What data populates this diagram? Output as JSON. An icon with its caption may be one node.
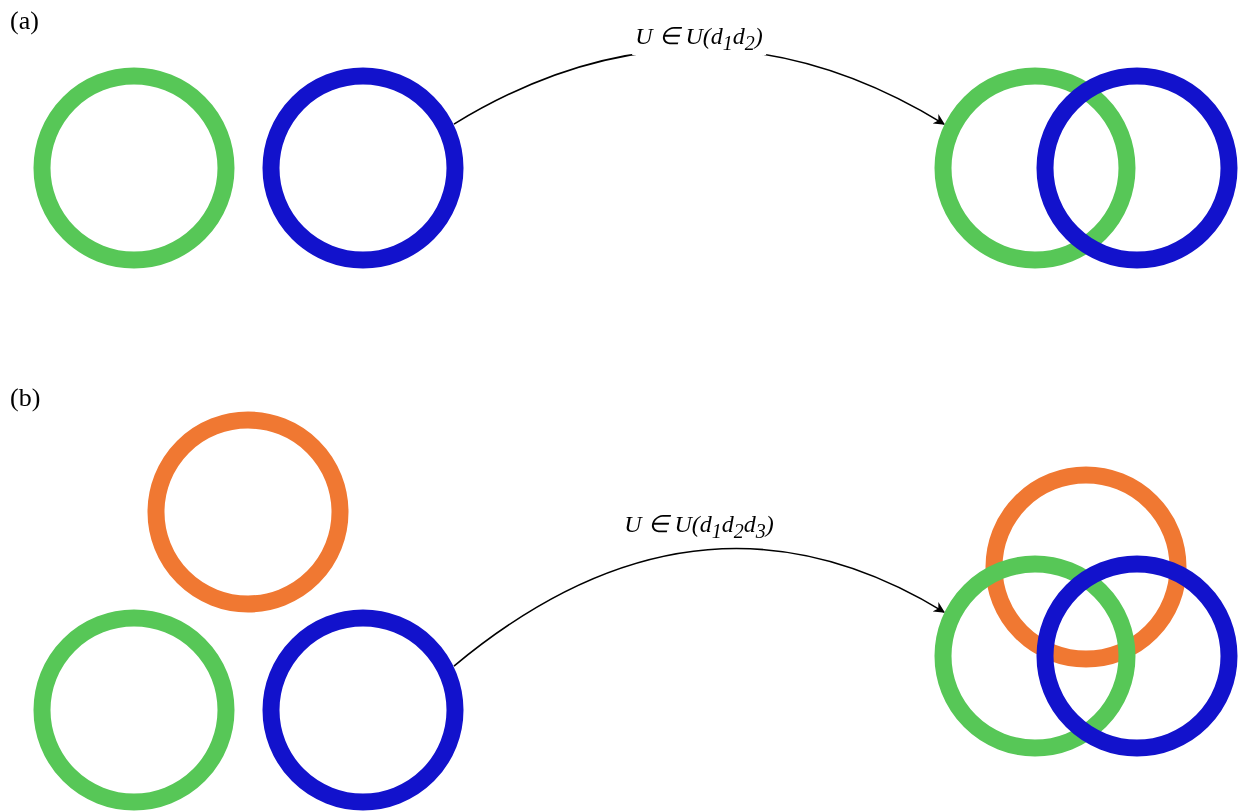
{
  "diagram": {
    "nodes": [
      {
        "text": [],
        "shape": "circle"
      },
      {
        "text": [],
        "shape": "circle"
      },
      {
        "text": [],
        "shape": "circle"
      },
      {
        "text": [],
        "shape": "circle"
      },
      {
        "text": [],
        "shape": "circle"
      },
      {
        "text": [],
        "shape": "circle"
      },
      {
        "text": [],
        "shape": "circle"
      },
      {
        "text": [],
        "shape": "circle"
      },
      {
        "text": [],
        "shape": "circle"
      },
      {
        "text": [],
        "shape": "circle"
      }
    ],
    "edges": [
      {
        "from": 1,
        "to": 2,
        "arrow": "to",
        "label": "U ∈ U(d$_{1}$d$_{2}$)"
      },
      {
        "from": 6,
        "to": 8,
        "arrow": "to",
        "label": "U ∈ U(d$_{1}$d$_{2}$d$_{3}$)"
      }
    ],
    "labels": [
      "(a)",
      "(b)"
    ]
  }
}
